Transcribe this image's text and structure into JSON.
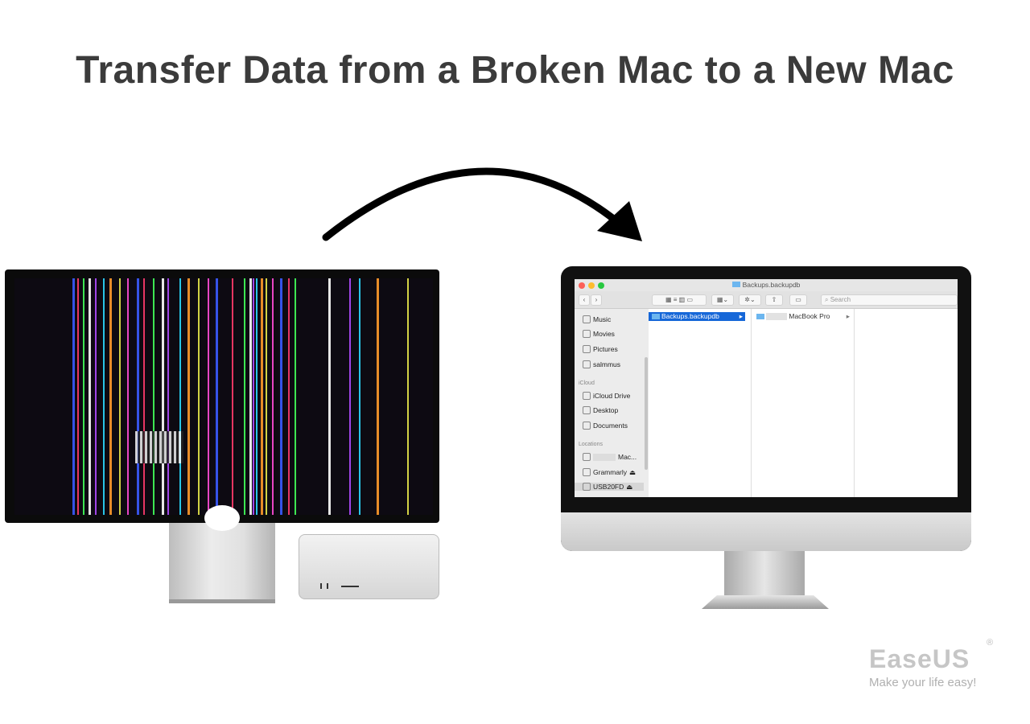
{
  "title": "Transfer Data from a Broken Mac to a New Mac",
  "finder": {
    "window_title": "Backups.backupdb",
    "search_placeholder": "Search",
    "sidebar": {
      "items": [
        "Music",
        "Movies",
        "Pictures",
        "salmmus"
      ],
      "icloud_header": "iCloud",
      "icloud_items": [
        "iCloud Drive",
        "Desktop",
        "Documents"
      ],
      "locations_header": "Locations",
      "locations": [
        "Mac...",
        "Grammarly",
        "USB20FD"
      ]
    },
    "column1_selected": "Backups.backupdb",
    "column2_item": "MacBook Pro"
  },
  "brand": {
    "logo": "EaseUS",
    "registered": "®",
    "tagline": "Make your life easy!"
  }
}
